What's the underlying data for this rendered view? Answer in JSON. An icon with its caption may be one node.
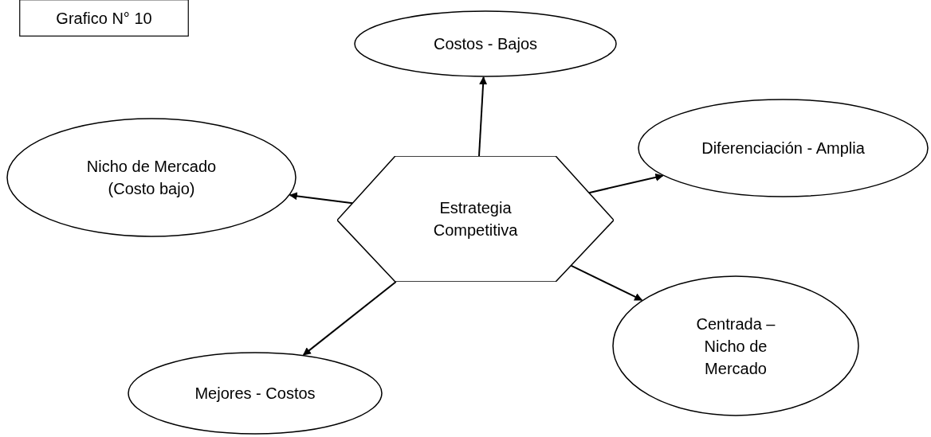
{
  "diagram": {
    "nodes": [
      {
        "text": [
          "Grafico N° 10"
        ]
      },
      {
        "text": [
          "Estrategia Competitiva"
        ]
      },
      {
        "text": [
          "Costos - Bajos"
        ]
      },
      {
        "text": [
          "Nicho de Mercado (Costo bajo)"
        ]
      },
      {
        "text": [
          "Diferenciación - Amplia"
        ]
      },
      {
        "text": [
          "Centrada – Nicho de Mercado"
        ]
      },
      {
        "text": [
          "Mejores - Costos"
        ]
      }
    ],
    "edges": [
      {
        "from": 1,
        "to": 2,
        "arrow": "to"
      },
      {
        "from": 1,
        "to": 3,
        "arrow": "to"
      },
      {
        "from": 1,
        "to": 4,
        "arrow": "to"
      },
      {
        "from": 1,
        "to": 5,
        "arrow": "to"
      },
      {
        "from": 1,
        "to": 6,
        "arrow": "to"
      }
    ]
  }
}
